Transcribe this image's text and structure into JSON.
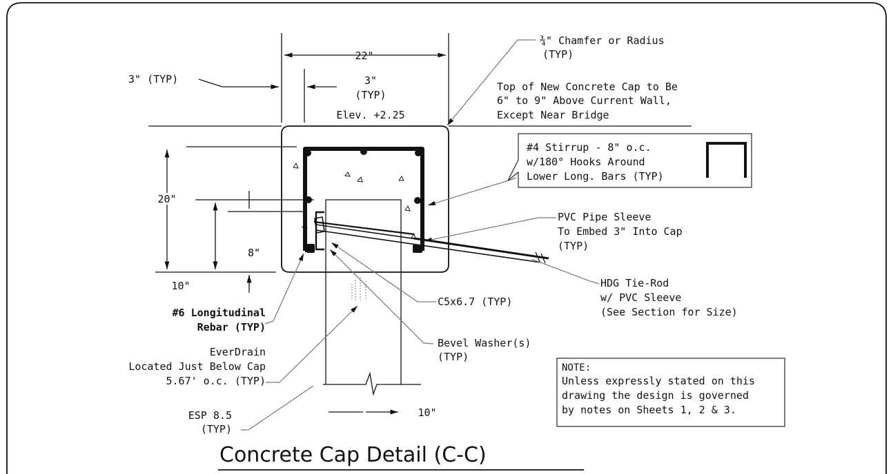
{
  "title": "Concrete Cap Detail (C-C)",
  "dimensions": {
    "top_width": "22\"",
    "typ_3_left": "3\" (TYP)",
    "typ_3_top": "3\"",
    "typ_3_top_sub": "(TYP)",
    "elevation": "Elev. +2.25",
    "height_20": "20\"",
    "embed_8": "8\"",
    "bottom_10": "10\"",
    "wall_width_10": "10\""
  },
  "labels": {
    "chamfer_l1": "¾\" Chamfer or Radius",
    "chamfer_l2": "(TYP)",
    "top_cap_l1": "Top of New Concrete Cap to Be",
    "top_cap_l2": "6\" to 9\" Above Current Wall,",
    "top_cap_l3": "Except Near Bridge",
    "stirrup_l1": "#4 Stirrup - 8\" o.c.",
    "stirrup_l2": "w/180° Hooks Around",
    "stirrup_l3": "Lower Long. Bars (TYP)",
    "pvc_l1": "PVC Pipe Sleeve",
    "pvc_l2": "To Embed 3\" Into Cap",
    "pvc_l3": "(TYP)",
    "hdg_l1": "HDG Tie-Rod",
    "hdg_l2": "w/ PVC Sleeve",
    "hdg_l3": "(See Section for Size)",
    "c5_label": "C5x6.7 (TYP)",
    "rebar_l1": "#6 Longitudinal",
    "rebar_l2": "Rebar (TYP)",
    "everdrain_l1": "EverDrain",
    "everdrain_l2": "Located Just Below Cap",
    "everdrain_l3": "5.67' o.c. (TYP)",
    "bevel_l1": "Bevel Washer(s)",
    "bevel_l2": "(TYP)",
    "esp_l1": "ESP 8.5",
    "esp_l2": "(TYP)"
  },
  "note": {
    "heading": "NOTE:",
    "l1": "Unless expressly stated on this",
    "l2": "drawing the design is governed",
    "l3": "by notes on Sheets 1, 2 & 3."
  }
}
